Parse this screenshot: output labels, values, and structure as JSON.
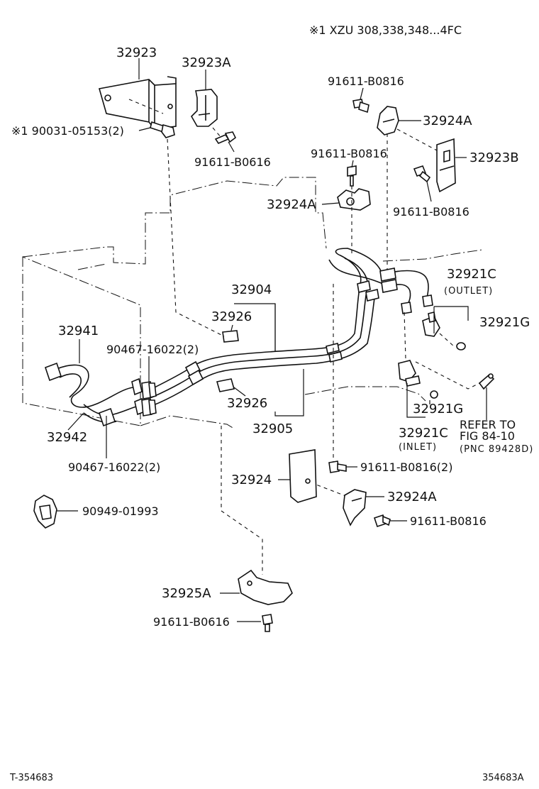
{
  "note": "※1  XZU 308,338,348...4FC",
  "labels": {
    "p32923": "32923",
    "p32923A": "32923A",
    "p90031": "※1 90031-05153(2)",
    "p91611_b0616_top": "91611-B0616",
    "p91611_b0816_a": "91611-B0816",
    "p32924A_top": "32924A",
    "p91611_b0816_b": "91611-B0816",
    "p32923B": "32923B",
    "p32924A_mid": "32924A",
    "p91611_b0816_c": "91611-B0816",
    "p32921C_outlet": "32921C",
    "outlet": "(OUTLET)",
    "p32921G_top": "32921G",
    "p32904": "32904",
    "p32926_top": "32926",
    "p32941": "32941",
    "p90467_top": "90467-16022(2)",
    "p32926_bottom": "32926",
    "p32905": "32905",
    "p32942": "32942",
    "p90467_bottom": "90467-16022(2)",
    "p32921G_bottom": "32921G",
    "p32921C_inlet": "32921C",
    "inlet": "(INLET)",
    "refer_1": "REFER TO",
    "refer_2": "FIG 84-10",
    "refer_3": "(PNC 89428D)",
    "p32924": "32924",
    "p91611_b0816_2": "91611-B0816(2)",
    "p32924A_bottom": "32924A",
    "p91611_b0816_d": "91611-B0816",
    "p90949": "90949-01993",
    "p32925A": "32925A",
    "p91611_b0616_bottom": "91611-B0616"
  },
  "footer": {
    "left": "T-354683",
    "right": "354683A"
  }
}
